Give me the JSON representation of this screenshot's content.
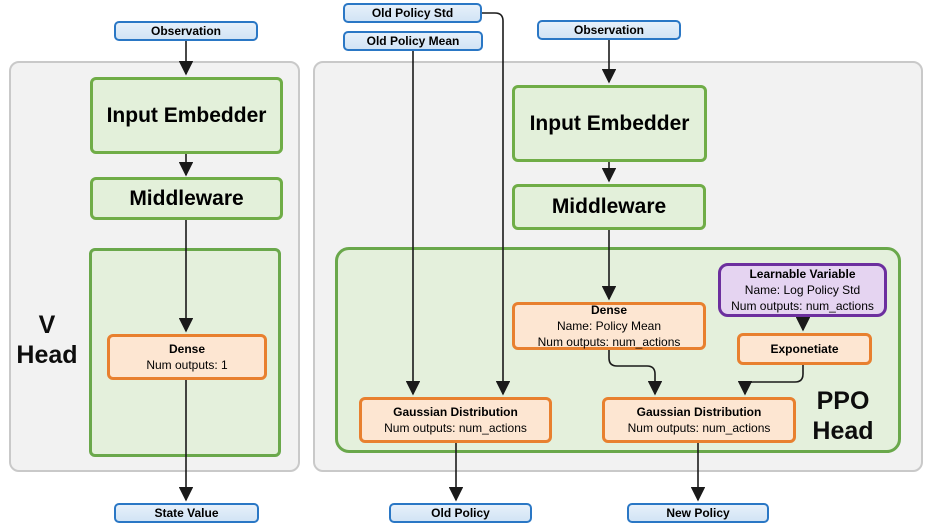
{
  "diagram": {
    "title": "PPO network heads diagram",
    "colors": {
      "panel_fill": "#f2f2f2",
      "panel_border": "#c9c9c9",
      "green_fill": "#e3f0da",
      "green_border": "#70ad47",
      "orange_fill": "#fde6d2",
      "orange_border": "#e8802f",
      "purple_fill": "#e5d4f1",
      "purple_border": "#6c2f9e",
      "blue_fill": "#d9e8f7",
      "blue_border": "#2a77c5",
      "arrow": "#1a1a1a"
    },
    "v_head": {
      "label_line1": "V",
      "label_line2": "Head",
      "observation": "Observation",
      "input_embedder": "Input Embedder",
      "middleware": "Middleware",
      "dense": {
        "title": "Dense",
        "line2": "Num outputs: 1"
      },
      "state_value": "State Value"
    },
    "ppo_head": {
      "label_line1": "PPO",
      "label_line2": "Head",
      "old_policy_std": "Old Policy Std",
      "old_policy_mean": "Old Policy Mean",
      "observation": "Observation",
      "input_embedder": "Input Embedder",
      "middleware": "Middleware",
      "dense": {
        "title": "Dense",
        "line2": "Name: Policy Mean",
        "line3": "Num outputs: num_actions"
      },
      "learnable_variable": {
        "title": "Learnable Variable",
        "line2": "Name: Log Policy Std",
        "line3": "Num outputs: num_actions"
      },
      "exponetiate": "Exponetiate",
      "gaussian_old": {
        "title": "Gaussian Distribution",
        "line2": "Num outputs: num_actions"
      },
      "gaussian_new": {
        "title": "Gaussian Distribution",
        "line2": "Num outputs: num_actions"
      },
      "old_policy": "Old Policy",
      "new_policy": "New Policy"
    }
  }
}
